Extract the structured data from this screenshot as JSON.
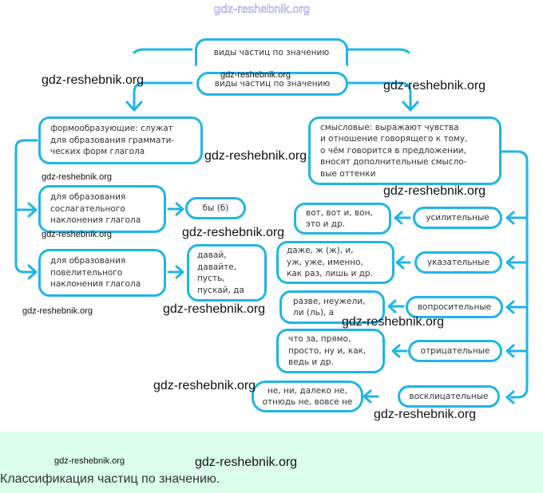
{
  "watermark": "gdz-reshebnik.org",
  "diagram": {
    "root_ghost": "виды частиц по значению",
    "root": "виды частиц по значению",
    "left": {
      "main": "формообразующие: служат\nдля образования граммати-\nческих форм глагола",
      "items": [
        {
          "label": "для образования\nсослагательного\nнаклонения глагола",
          "examples": "бы (б)"
        },
        {
          "label": "для образования\nповелительного\nнаклонения глагола",
          "examples": "давай,\nдавайте,\nпусть,\nпускай, да"
        }
      ]
    },
    "right": {
      "main": "смысловые: выражают чувства\nи отношение говорящего к тому,\nо чём говорится в предложении,\nвносят дополнительные смысло-\nвые оттенки",
      "items": [
        {
          "label": "усилительные",
          "examples": "вот, вот и, вон,\nэто и др."
        },
        {
          "label": "указательные",
          "examples": "даже, ж (ж), и,\nуж, уже, именно,\nкак раз, лишь и др."
        },
        {
          "label": "вопросительные",
          "examples": "разве, неужели,\nли (ль), а"
        },
        {
          "label": "отрицательные",
          "examples": "что за, прямо,\nпросто, ну и, как,\nведь и др."
        },
        {
          "label": "восклицательные",
          "examples": "не, ни, далеко не,\nотнюдь не, вовсе не"
        }
      ]
    }
  },
  "caption": "Классификация частиц по значению.",
  "colors": {
    "line": "#1fb5e6",
    "caption_bg": "#dafdec",
    "watermark_top": "#2a2ad6"
  }
}
